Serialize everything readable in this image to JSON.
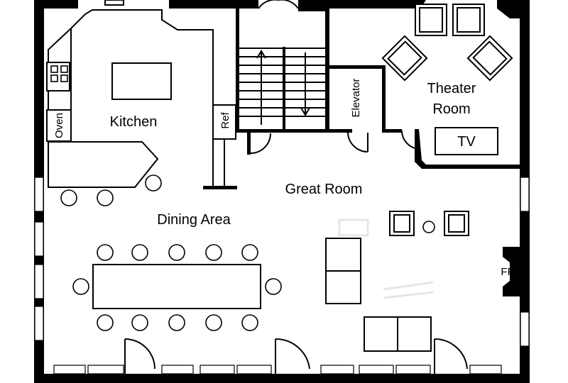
{
  "labels": {
    "kitchen": "Kitchen",
    "dining": "Dining Area",
    "great_room": "Great Room",
    "theater": "Theater",
    "room": "Room",
    "tv": "TV",
    "elevator": "Elevator",
    "ref": "Ref",
    "oven": "Oven",
    "fp": "FP"
  },
  "colors": {
    "wall": "#000000",
    "background": "#ffffff"
  }
}
